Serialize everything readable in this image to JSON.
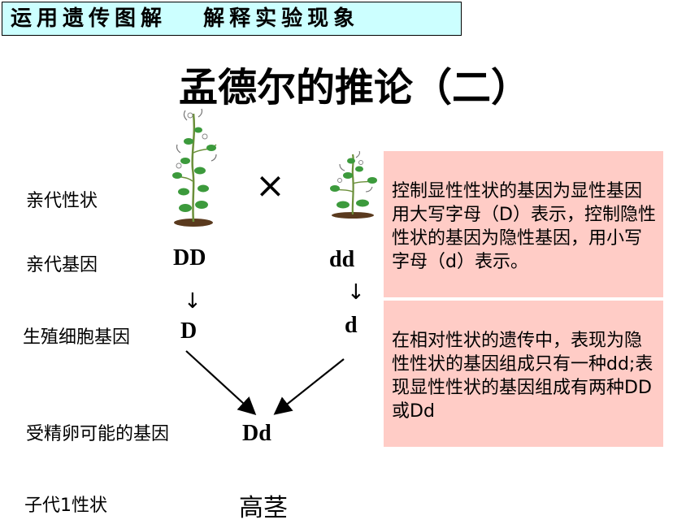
{
  "topic": "运用遗传图解   解释实验现象",
  "title": "孟德尔的推论（二）",
  "cross_symbol": "×",
  "rows": {
    "parent_trait": "亲代性状",
    "parent_genes": "亲代基因",
    "gamete_genes": "生殖细胞基因",
    "zygote_genes": "受精卵可能的基因",
    "offspring_trait": "子代1性状"
  },
  "genotypes": {
    "parent_left": "DD",
    "parent_right": "dd",
    "gamete_left": "D",
    "gamete_right": "d",
    "zygote": "Dd"
  },
  "offspring_value": "高茎",
  "down_arrow": "↓",
  "notes": {
    "note1": "控制显性性状的基因为显性基因用大写字母（D）表示，控制隐性性状的基因为隐性基因，用小写字母（d）表示。",
    "note2": "在相对性状的遗传中，表现为隐性性状的基因组成只有一种dd;表现显性性状的基因组成有两种DD或Dd"
  },
  "colors": {
    "topic_bg": "#ccffff",
    "note_bg": "#ffccc6",
    "leaf": "#3c9a3c",
    "soil": "#5a3a1e"
  },
  "icons": {
    "tall_plant": "tall-pea-plant-icon",
    "short_plant": "short-pea-plant-icon"
  }
}
